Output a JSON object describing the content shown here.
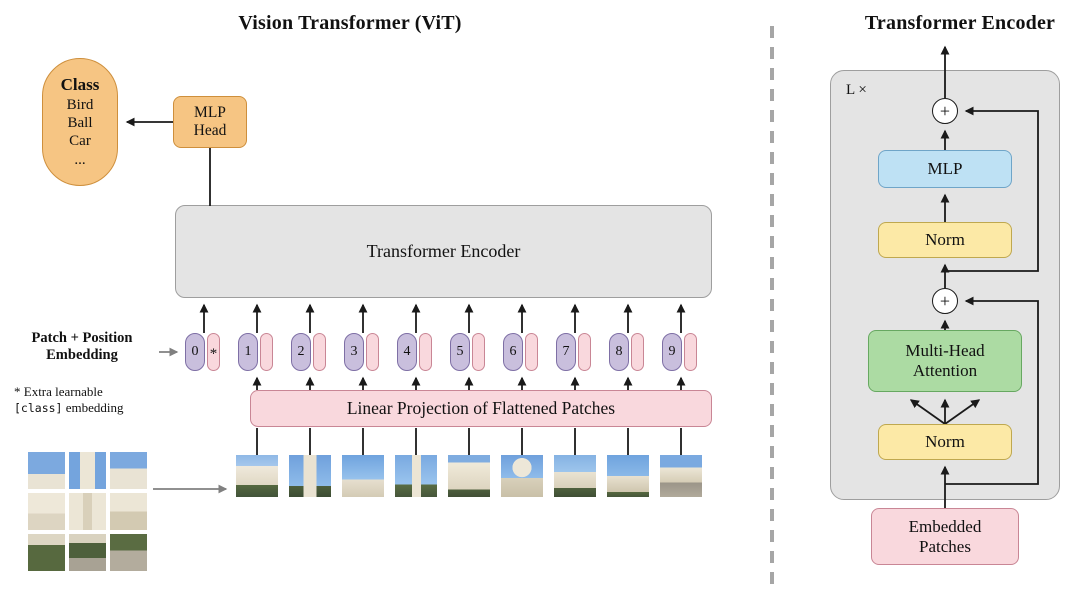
{
  "palette": {
    "orange-fill": "#F6C583",
    "orange-border": "#CE8F3C",
    "gray-fill": "#E4E4E4",
    "gray-border": "#9E9E9E",
    "pink-fill": "#F9D8DD",
    "pink-border": "#C98695",
    "purple-fill": "#C9BFDD",
    "purple-border": "#7E6FA5",
    "blue-fill": "#BEE1F4",
    "blue-border": "#6FA5C8",
    "yellow-fill": "#FCE9A6",
    "yellow-border": "#BFA84F",
    "green-fill": "#ACDBA3",
    "green-border": "#67A861",
    "arrow-black": "#1A1A1A",
    "arrow-gray": "#808080",
    "dash-gray": "#A6A6A6"
  },
  "left": {
    "title": "Vision Transformer (ViT)",
    "class_pill": {
      "heading": "Class",
      "items": [
        "Bird",
        "Ball",
        "Car",
        "..."
      ]
    },
    "mlp_head": {
      "line1": "MLP",
      "line2": "Head"
    },
    "encoder_label": "Transformer Encoder",
    "patch_position_label": {
      "line1": "Patch + Position",
      "line2": "Embedding"
    },
    "footnote": {
      "line1": "* Extra learnable",
      "code": "[class]",
      "rest": "embedding"
    },
    "linear_projection_label": "Linear Projection of Flattened Patches",
    "tokens": [
      "0",
      "1",
      "2",
      "3",
      "4",
      "5",
      "6",
      "7",
      "8",
      "9"
    ],
    "class_token_star": "*"
  },
  "right": {
    "title": "Transformer Encoder",
    "repeat_label": "L ×",
    "plus": "+",
    "mlp_label": "MLP",
    "norm_top_label": "Norm",
    "mha_label": {
      "line1": "Multi-Head",
      "line2": "Attention"
    },
    "norm_bottom_label": "Norm",
    "embedded_patches_label": {
      "line1": "Embedded",
      "line2": "Patches"
    }
  }
}
